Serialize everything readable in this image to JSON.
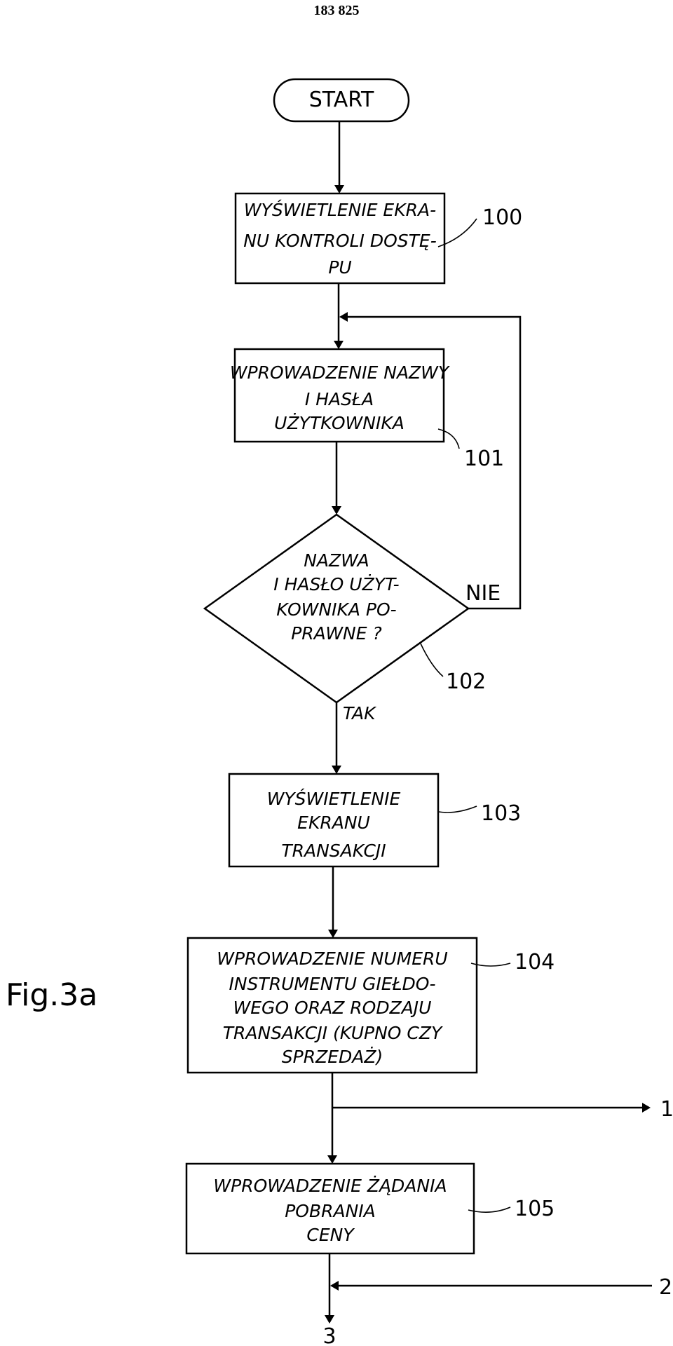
{
  "header": {
    "page_number": "183 825"
  },
  "figure": {
    "label": "Fig.3a"
  },
  "flowchart": {
    "start": {
      "label": "START"
    },
    "steps": [
      {
        "ref": "100",
        "lines": [
          "WYŚWIETLENIE EKRA-",
          "NU KONTROLI DOSTĘ-",
          "PU"
        ]
      },
      {
        "ref": "101",
        "lines": [
          "WPROWADZENIE NAZWY",
          "I HASŁA",
          "UŻYTKOWNIKA"
        ]
      },
      {
        "ref": "102",
        "lines": [
          "NAZWA",
          "I HASŁO UŻYT-",
          "KOWNIKA PO-",
          "PRAWNE ?"
        ]
      },
      {
        "ref": "103",
        "lines": [
          "WYŚWIETLENIE",
          "EKRANU",
          "TRANSAKCJI"
        ]
      },
      {
        "ref": "104",
        "lines": [
          "WPROWADZENIE NUMERU",
          "INSTRUMENTU GIEŁDO-",
          "WEGO ORAZ RODZAJU",
          "TRANSAKCJI (KUPNO CZY",
          "SPRZEDAŻ)"
        ]
      },
      {
        "ref": "105",
        "lines": [
          "WPROWADZENIE ŻĄDANIA",
          "POBRANIA",
          "CENY"
        ]
      }
    ],
    "decision_no": "NIE",
    "decision_yes": "TAK",
    "connectors": {
      "out_1": "1",
      "in_2": "2",
      "out_3": "3"
    }
  }
}
